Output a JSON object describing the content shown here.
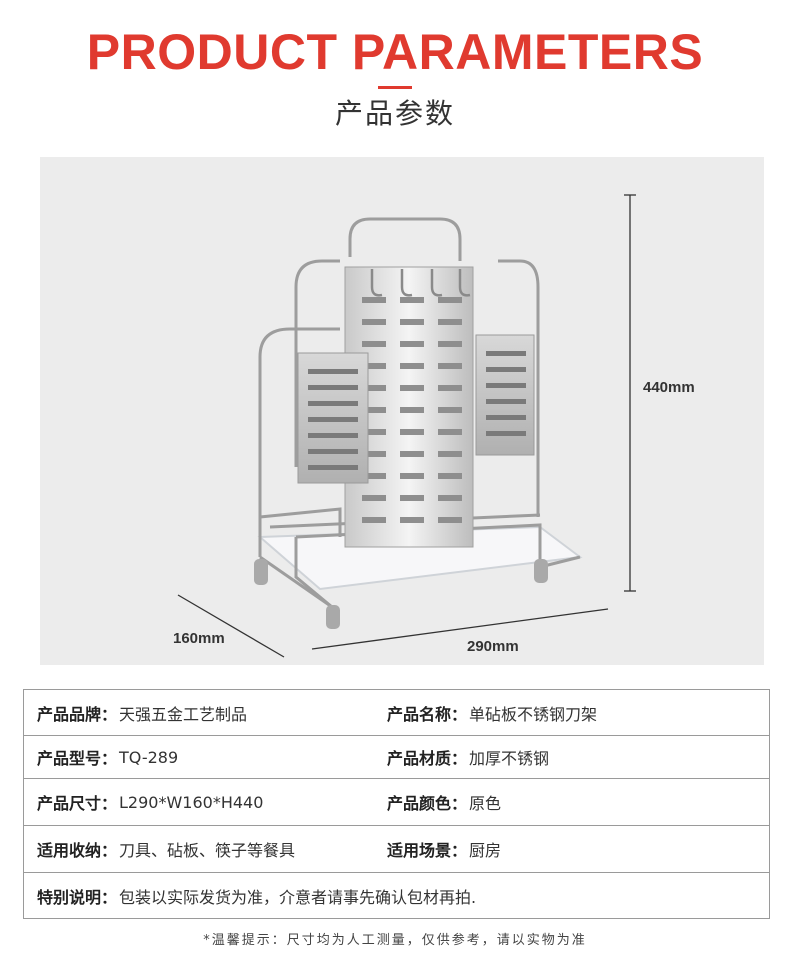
{
  "header": {
    "title_en": "PRODUCT PARAMETERS",
    "title_cn": "产品参数"
  },
  "dimensions": {
    "height": "440mm",
    "depth": "160mm",
    "width": "290mm"
  },
  "specs": {
    "rows": [
      {
        "left": {
          "label": "产品品牌：",
          "value": "天强五金工艺制品"
        },
        "right": {
          "label": "产品名称：",
          "value": "单砧板不锈钢刀架"
        }
      },
      {
        "left": {
          "label": "产品型号：",
          "value": "TQ-289"
        },
        "right": {
          "label": "产品材质：",
          "value": "加厚不锈钢"
        }
      },
      {
        "left": {
          "label": "产品尺寸：",
          "value": "L290*W160*H440"
        },
        "right": {
          "label": "产品颜色：",
          "value": "原色"
        }
      },
      {
        "left": {
          "label": "适用收纳：",
          "value": "刀具、砧板、筷子等餐具"
        },
        "right": {
          "label": "适用场景：",
          "value": "厨房"
        }
      }
    ],
    "note": {
      "label": "特别说明：",
      "value": "包装以实际发货为准，介意者请事先确认包材再拍."
    }
  },
  "footnote": "*温馨提示：尺寸均为人工测量，仅供参考，请以实物为准",
  "colors": {
    "accent": "#e03a2f",
    "photo_bg": "#ececec",
    "border": "#9a9a9a"
  }
}
